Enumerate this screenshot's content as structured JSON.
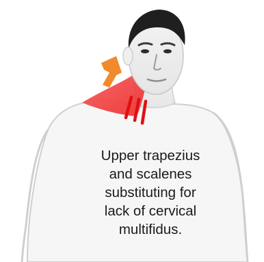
{
  "caption": {
    "lines": [
      "Upper trapezius",
      "and scalenes",
      "substituting for",
      "lack of cervical",
      "multifidus."
    ]
  },
  "colors": {
    "background": "#ffffff",
    "figure_outline": "#bdbdbd",
    "figure_fill": "#f4f4f4",
    "hair": "#1f1f1f",
    "muscle_highlight": "#f03a3a",
    "muscle_lines": "#e01010",
    "arrow": "#f08a2c",
    "text": "#1a1a1a"
  },
  "icons": {
    "arrow": "up-arrow-icon",
    "lines": "muscle-strain-lines-icon"
  }
}
